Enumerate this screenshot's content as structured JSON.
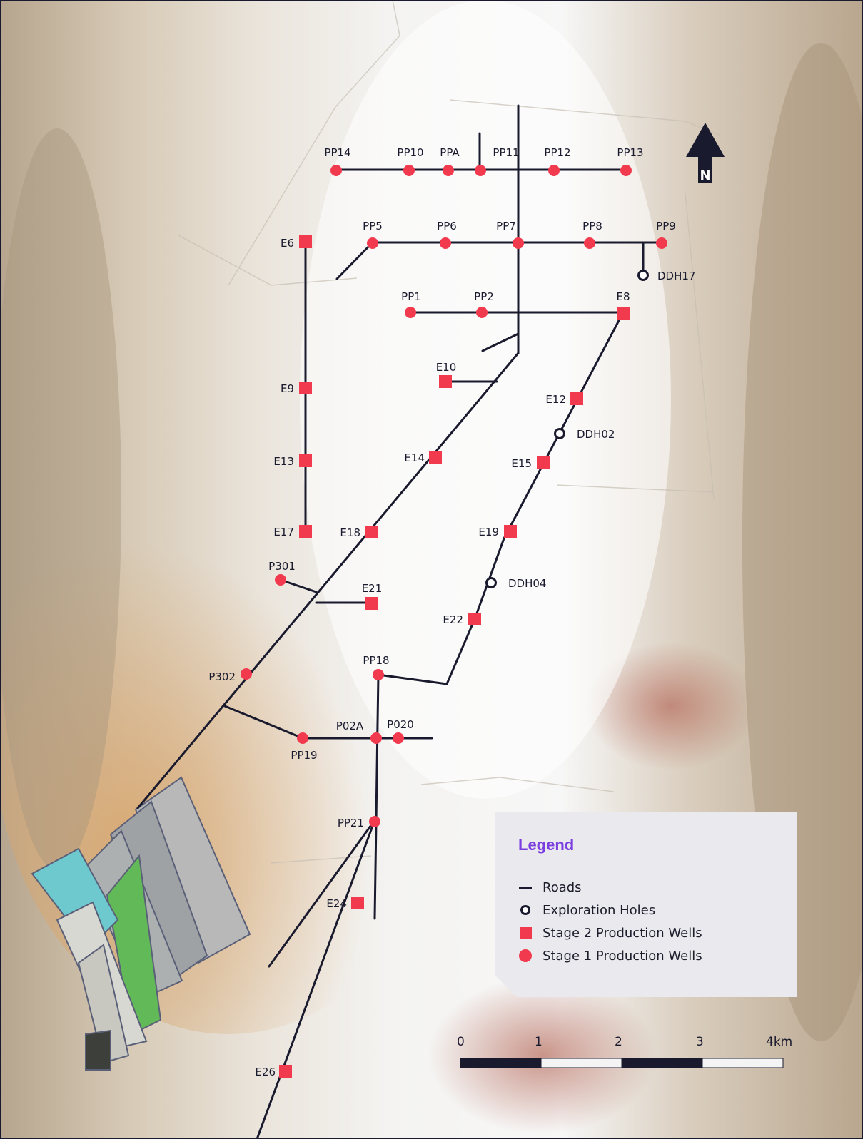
{
  "legend": {
    "title": "Legend",
    "items": [
      {
        "symbol": "road",
        "label": "Roads"
      },
      {
        "symbol": "exploration-hole",
        "label": "Exploration Holes"
      },
      {
        "symbol": "square",
        "label": "Stage 2 Production Wells"
      },
      {
        "symbol": "circle",
        "label": "Stage 1 Production Wells"
      }
    ]
  },
  "north_arrow": {
    "label": "N"
  },
  "scale_bar": {
    "labels": [
      "0",
      "1",
      "2",
      "3",
      "4km"
    ]
  },
  "colors": {
    "well": "#f23a4f",
    "road": "#1a1a2e",
    "legend_title": "#7b3fe0"
  },
  "wells": {
    "stage1": [
      "PP14",
      "PP10",
      "PPA",
      "PP11",
      "PP12",
      "PP13",
      "PP5",
      "PP6",
      "PP7",
      "PP8",
      "PP9",
      "PP1",
      "PP2",
      "P301",
      "P302",
      "PP18",
      "P02A",
      "P020",
      "PP19",
      "PP21"
    ],
    "stage2": [
      "E6",
      "E8",
      "E9",
      "E10",
      "E12",
      "E13",
      "E14",
      "E15",
      "E17",
      "E18",
      "E19",
      "E21",
      "E22",
      "E24",
      "E26"
    ],
    "exploration": [
      "DDH17",
      "DDH02",
      "DDH04"
    ]
  }
}
